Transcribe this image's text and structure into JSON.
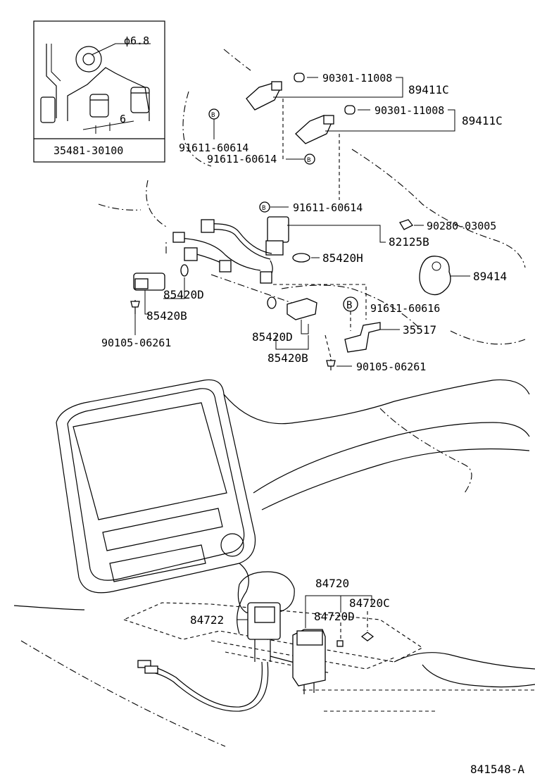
{
  "inset": {
    "dimension_hole": "ϕ6.8",
    "dimension_gap": "6",
    "part_number": "35481-30100"
  },
  "labels": {
    "clip_top_1": "90301-11008",
    "sensor_1": "89411C",
    "clip_top_2": "90301-11008",
    "sensor_2": "89411C",
    "bolt_b_1": "91611-60614",
    "bolt_b_2": "91611-60614",
    "bolt_b_3": "91611-60614",
    "clamp": "90280-03005",
    "wire_harness": "82125B",
    "relay_cushion": "85420H",
    "cover": "89414",
    "relay_left_cushion": "85420D",
    "relay_left": "85420B",
    "screw_left": "90105-06261",
    "bolt_b_4": "91611-60616",
    "bracket": "35517",
    "relay_right_cushion": "85420D",
    "relay_right": "85420B",
    "screw_right": "90105-06261",
    "switch_assy": "84720",
    "switch_knob_c": "84720C",
    "switch_knob_d": "84720D",
    "switch_small": "84722",
    "callout_b": "B",
    "diagram_code": "841548-A"
  }
}
